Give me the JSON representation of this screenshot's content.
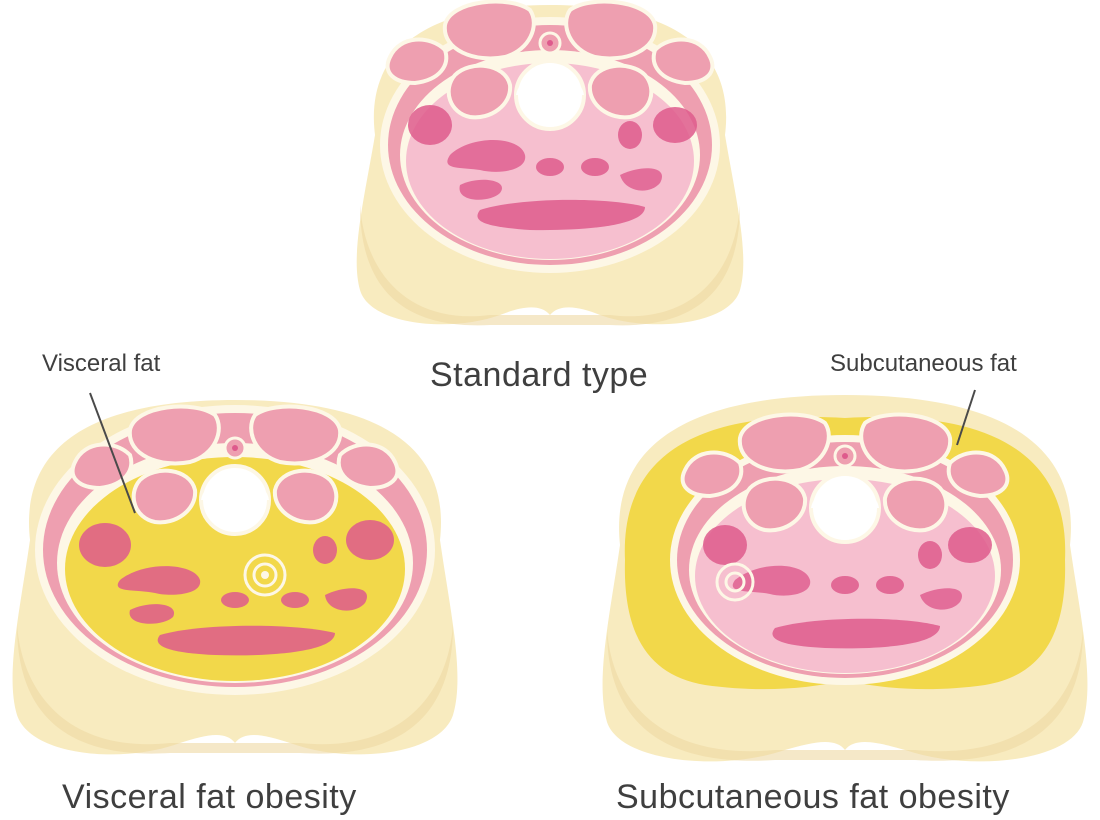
{
  "labels": {
    "standard": "Standard type",
    "visceral_obesity": "Visceral fat obesity",
    "subcutaneous_obesity": "Subcutaneous fat obesity"
  },
  "callouts": {
    "visceral_fat": "Visceral fat",
    "subcutaneous_fat": "Subcutaneous fat"
  },
  "colors": {
    "skin": "#f8ebbf",
    "skin_shadow": "#eed9a3",
    "muscle": "#ee9fb0",
    "muscle_dark": "#de5a8c",
    "organ_cavity": "#f6bfcf",
    "fat_yellow": "#f2d84a",
    "outline": "#fdf7e6"
  }
}
